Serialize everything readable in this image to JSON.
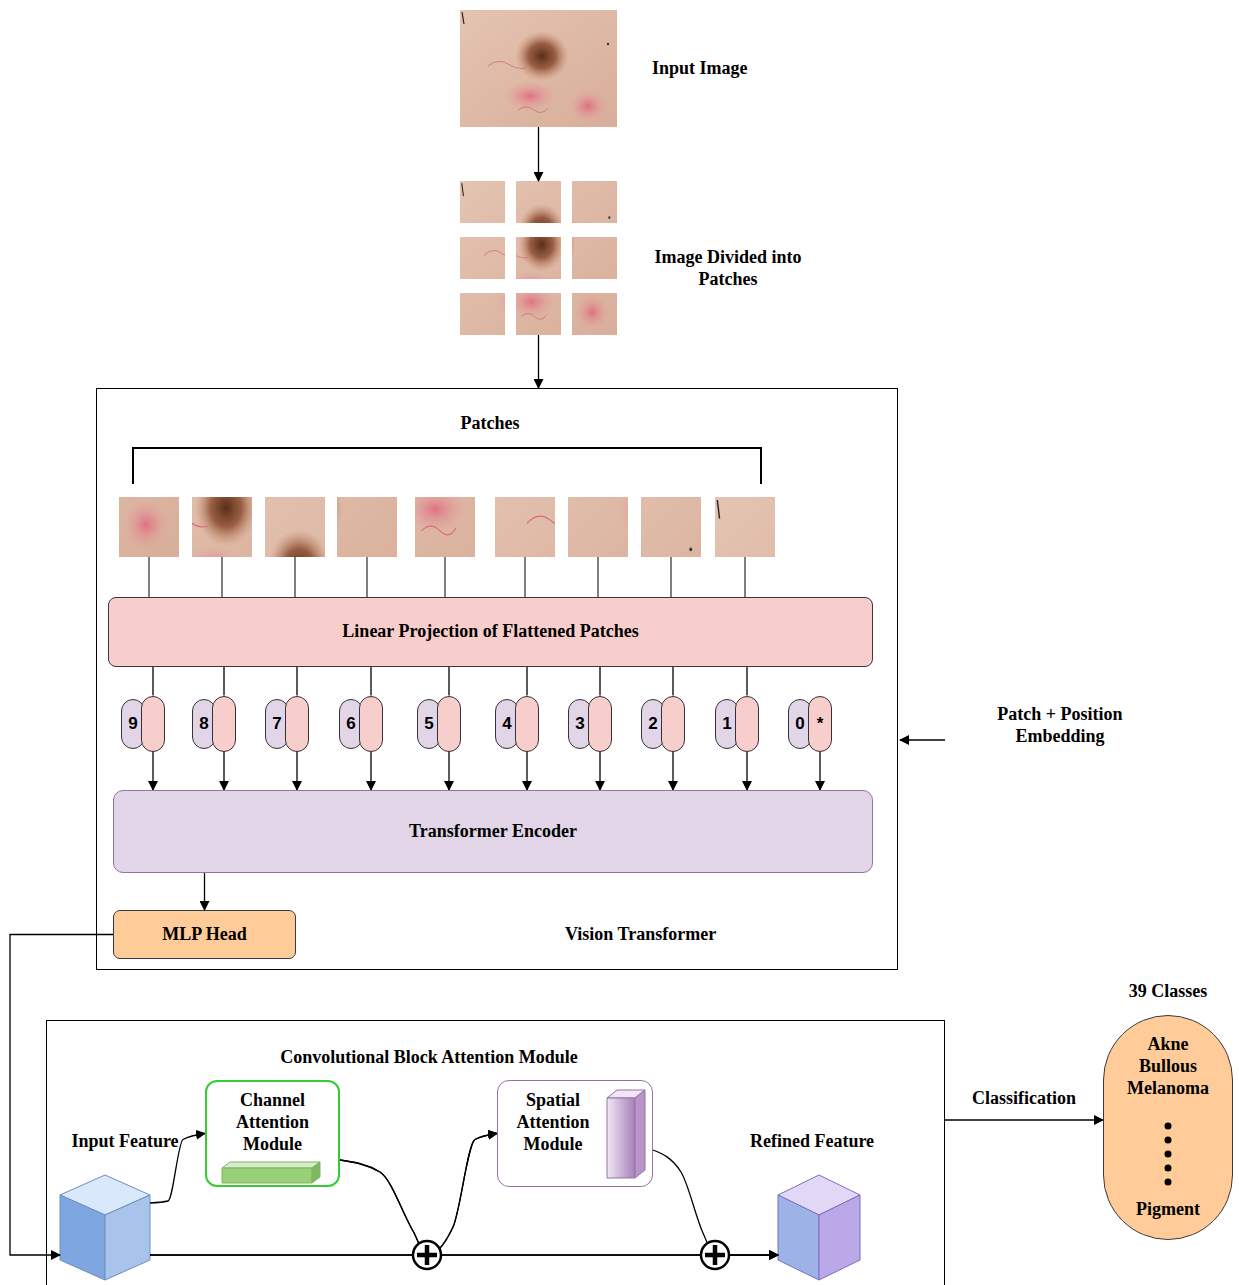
{
  "diagram": {
    "nodes": [
      {
        "text": [
          "Input Image"
        ]
      },
      {
        "text": [
          "Image Divided into Patches"
        ]
      },
      {
        "text": [
          "Vision Transformer"
        ]
      },
      {
        "text": [
          "Linear Projection of Flattened Patches"
        ],
        "in": 2
      },
      {
        "text": [
          "9"
        ],
        "in": 2
      },
      {
        "text": [
          "8"
        ],
        "in": 2
      },
      {
        "text": [
          "7"
        ],
        "in": 2
      },
      {
        "text": [
          "6"
        ],
        "in": 2
      },
      {
        "text": [
          "5"
        ],
        "in": 2
      },
      {
        "text": [
          "4"
        ],
        "in": 2
      },
      {
        "text": [
          "3"
        ],
        "in": 2
      },
      {
        "text": [
          "2"
        ],
        "in": 2
      },
      {
        "text": [
          "1"
        ],
        "in": 2
      },
      {
        "text": [
          "0",
          "*"
        ],
        "in": 2
      },
      {
        "text": [
          "Transformer Encoder"
        ],
        "in": 2
      },
      {
        "text": [
          "MLP Head"
        ],
        "in": 2
      },
      {
        "text": [
          "Convolutional Block Attention Module"
        ]
      },
      {
        "text": [
          "Input Feature"
        ],
        "in": 16
      },
      {
        "text": [
          "Channel Attention Module"
        ],
        "in": 16
      },
      {
        "text": [
          "Spatial Attention Module"
        ],
        "in": 16
      },
      {
        "text": [
          "Refined Feature"
        ],
        "in": 16
      },
      {
        "text": [
          "39 Classes",
          "Akne Bullous Melanoma",
          "Pigment"
        ]
      }
    ],
    "edges": [
      {
        "from": 0,
        "to": 1,
        "arrow": "to"
      },
      {
        "from": 1,
        "to": 2,
        "arrow": "to"
      },
      {
        "from": 3,
        "to": 4,
        "arrow": "none"
      },
      {
        "from": 3,
        "to": 5,
        "arrow": "none"
      },
      {
        "from": 3,
        "to": 6,
        "arrow": "none"
      },
      {
        "from": 3,
        "to": 7,
        "arrow": "none"
      },
      {
        "from": 3,
        "to": 8,
        "arrow": "none"
      },
      {
        "from": 3,
        "to": 9,
        "arrow": "none"
      },
      {
        "from": 3,
        "to": 10,
        "arrow": "none"
      },
      {
        "from": 3,
        "to": 11,
        "arrow": "none"
      },
      {
        "from": 3,
        "to": 12,
        "arrow": "none"
      },
      {
        "from": 4,
        "to": 14,
        "arrow": "to"
      },
      {
        "from": 5,
        "to": 14,
        "arrow": "to"
      },
      {
        "from": 6,
        "to": 14,
        "arrow": "to"
      },
      {
        "from": 7,
        "to": 14,
        "arrow": "to"
      },
      {
        "from": 8,
        "to": 14,
        "arrow": "to"
      },
      {
        "from": 9,
        "to": 14,
        "arrow": "to"
      },
      {
        "from": 10,
        "to": 14,
        "arrow": "to"
      },
      {
        "from": 11,
        "to": 14,
        "arrow": "to"
      },
      {
        "from": 12,
        "to": 14,
        "arrow": "to"
      },
      {
        "from": 13,
        "to": 14,
        "arrow": "to"
      },
      {
        "from": 14,
        "to": 15,
        "arrow": "to"
      },
      {
        "from": 15,
        "to": 17,
        "arrow": "to"
      },
      {
        "from": 17,
        "to": 18,
        "arrow": "to"
      },
      {
        "from": 17,
        "to": 19,
        "arrow": "to"
      },
      {
        "from": 18,
        "to": 19,
        "arrow": "to"
      },
      {
        "from": 17,
        "to": 20,
        "arrow": "to"
      },
      {
        "from": 18,
        "to": 20,
        "arrow": "to"
      },
      {
        "from": 19,
        "to": 20,
        "arrow": "to"
      },
      {
        "from": 16,
        "to": 21,
        "label": "Classification",
        "arrow": "to"
      }
    ],
    "labels": [
      "Patches",
      "Patch + Position Embedding"
    ]
  }
}
